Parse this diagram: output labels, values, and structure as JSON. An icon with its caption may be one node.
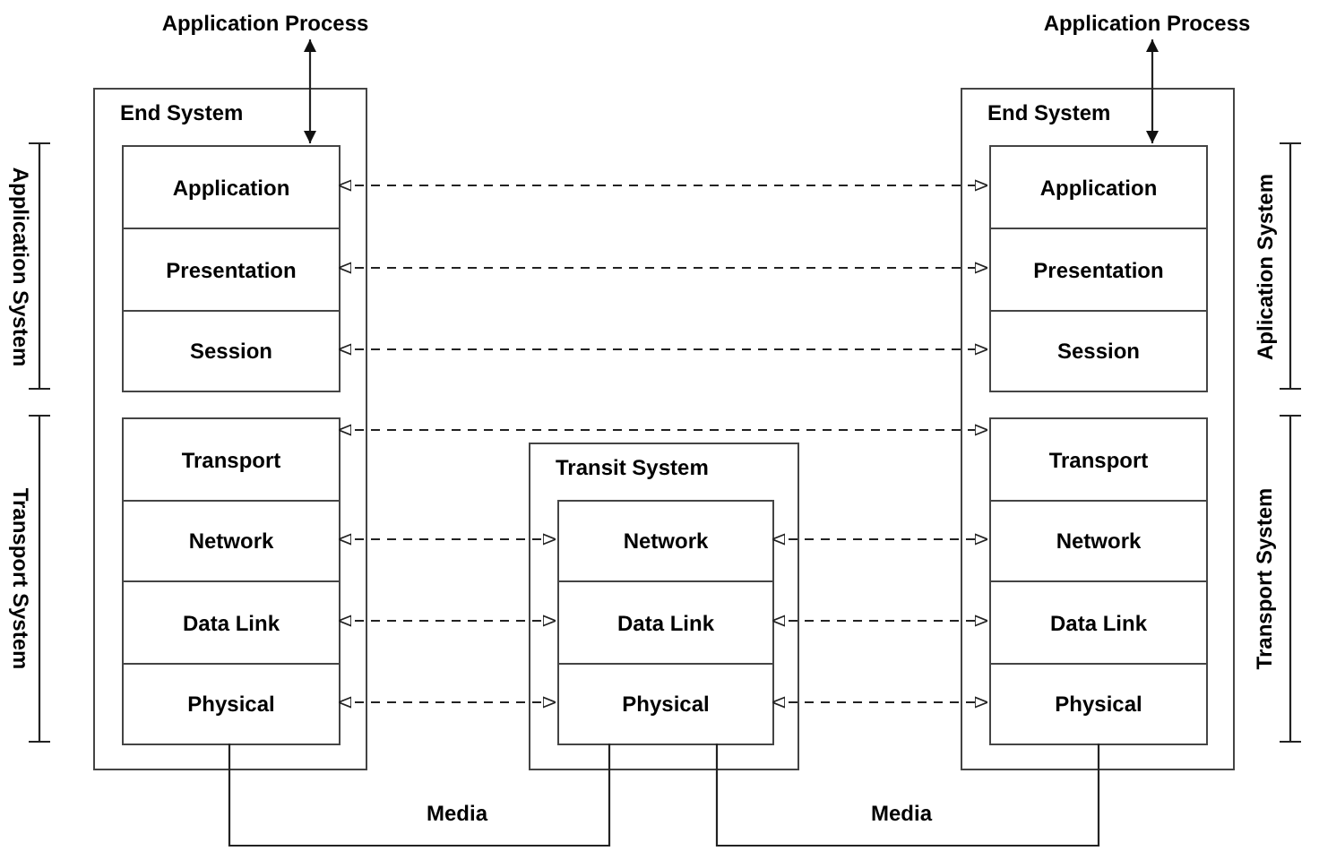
{
  "diagram": {
    "nodes": [
      {
        "text": [
          "Application Process"
        ]
      },
      {
        "text": [
          "Application Process"
        ]
      },
      {
        "text": [
          "End System"
        ]
      },
      {
        "text": [
          "Application"
        ],
        "in": 2
      },
      {
        "text": [
          "Presentation"
        ],
        "in": 2
      },
      {
        "text": [
          "Session"
        ],
        "in": 2
      },
      {
        "text": [
          "Transport"
        ],
        "in": 2
      },
      {
        "text": [
          "Network"
        ],
        "in": 2
      },
      {
        "text": [
          "Data Link"
        ],
        "in": 2
      },
      {
        "text": [
          "Physical"
        ],
        "in": 2
      },
      {
        "text": [
          "Transit System"
        ]
      },
      {
        "text": [
          "Network"
        ],
        "in": 10
      },
      {
        "text": [
          "Data Link"
        ],
        "in": 10
      },
      {
        "text": [
          "Physical"
        ],
        "in": 10
      },
      {
        "text": [
          "End System"
        ]
      },
      {
        "text": [
          "Application"
        ],
        "in": 14
      },
      {
        "text": [
          "Presentation"
        ],
        "in": 14
      },
      {
        "text": [
          "Session"
        ],
        "in": 14
      },
      {
        "text": [
          "Transport"
        ],
        "in": 14
      },
      {
        "text": [
          "Network"
        ],
        "in": 14
      },
      {
        "text": [
          "Data Link"
        ],
        "in": 14
      },
      {
        "text": [
          "Physical"
        ],
        "in": 14
      }
    ],
    "edges": [
      {
        "from": 0,
        "to": 3,
        "arrow": "both"
      },
      {
        "from": 1,
        "to": 15,
        "arrow": "both"
      },
      {
        "from": 3,
        "to": 15,
        "arrow": "both",
        "style": "dashed"
      },
      {
        "from": 4,
        "to": 16,
        "arrow": "both",
        "style": "dashed"
      },
      {
        "from": 5,
        "to": 17,
        "arrow": "both",
        "style": "dashed"
      },
      {
        "from": 6,
        "to": 18,
        "arrow": "both",
        "style": "dashed"
      },
      {
        "from": 7,
        "to": 11,
        "arrow": "both",
        "style": "dashed"
      },
      {
        "from": 8,
        "to": 12,
        "arrow": "both",
        "style": "dashed"
      },
      {
        "from": 9,
        "to": 13,
        "arrow": "both",
        "style": "dashed"
      },
      {
        "from": 11,
        "to": 19,
        "arrow": "both",
        "style": "dashed"
      },
      {
        "from": 12,
        "to": 20,
        "arrow": "both",
        "style": "dashed"
      },
      {
        "from": 13,
        "to": 21,
        "arrow": "both",
        "style": "dashed"
      },
      {
        "from": 9,
        "to": 13,
        "arrow": "none",
        "label": "Media"
      },
      {
        "from": 13,
        "to": 21,
        "arrow": "none",
        "label": "Media"
      }
    ],
    "labels": [
      "Application System",
      "Transport System",
      "Aplication System",
      "Transport System"
    ]
  }
}
